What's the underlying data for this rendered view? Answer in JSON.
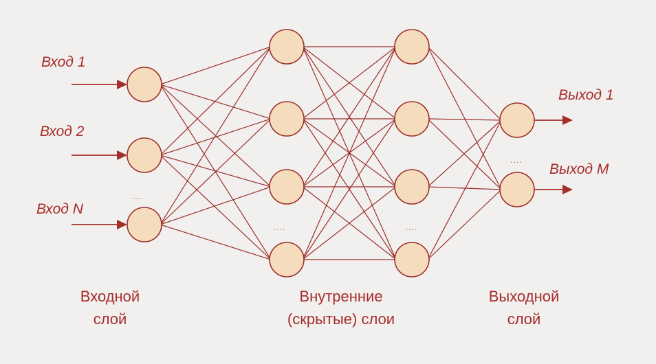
{
  "inputs": [
    "Вход 1",
    "Вход 2",
    "Вход N"
  ],
  "outputs": [
    "Выход 1",
    "Выход M"
  ],
  "layers": {
    "input": [
      "Входной",
      "слой"
    ],
    "hidden": [
      "Внутренние",
      "(скрытые) слои"
    ],
    "output": [
      "Выходной",
      "слой"
    ]
  },
  "ellipsis": "....",
  "colors": {
    "background": "#f1f0ef",
    "node_fill": "#f5dcbc",
    "edge": "#9b2f2a",
    "text": "#a62d2a"
  }
}
